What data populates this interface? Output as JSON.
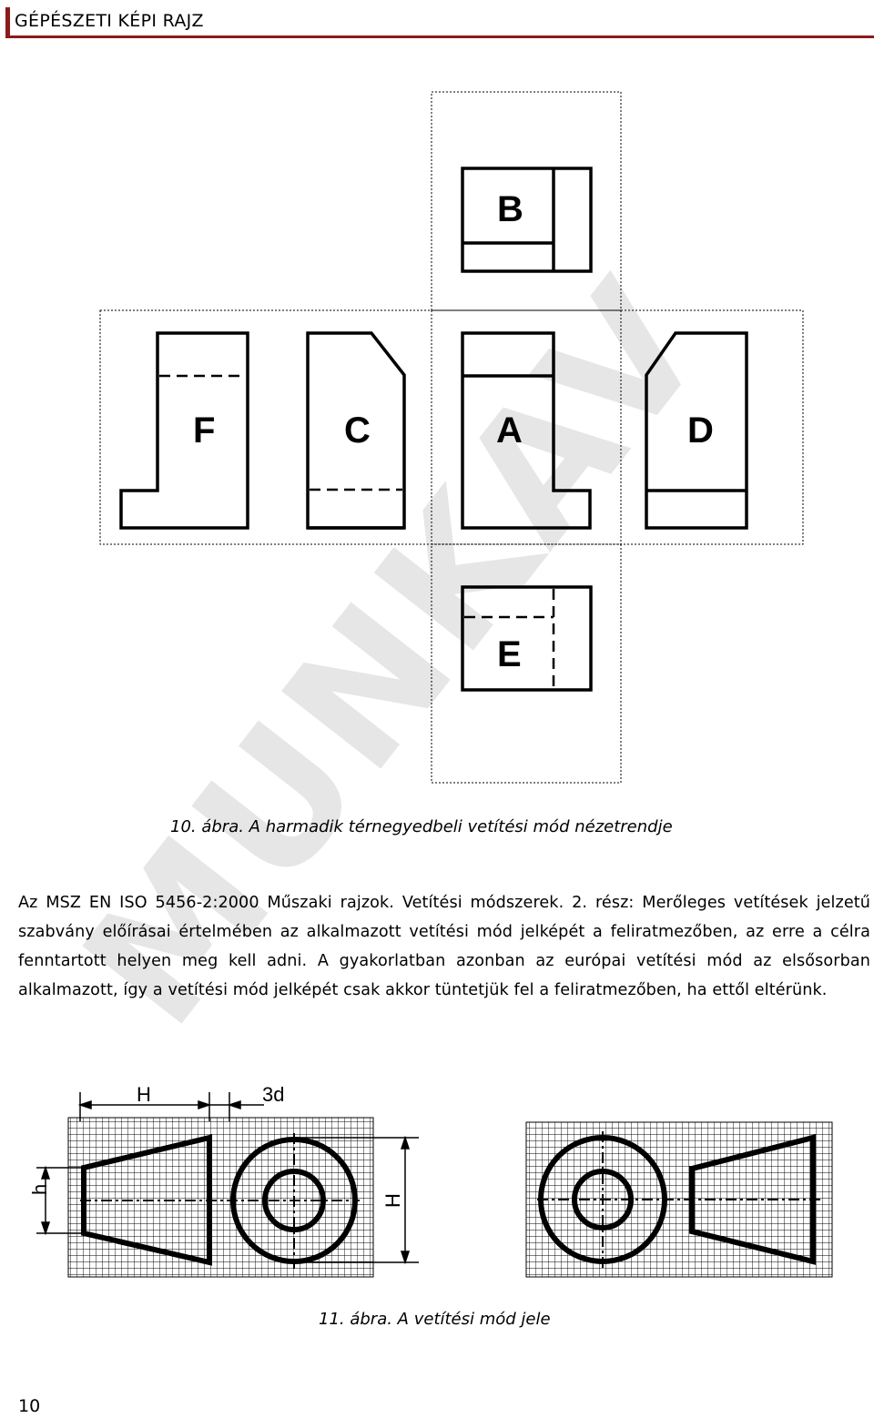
{
  "header": {
    "title": "GÉPÉSZETI KÉPI RAJZ"
  },
  "watermark": {
    "text": "MUNKAV"
  },
  "figure10": {
    "views": {
      "A": "A",
      "B": "B",
      "C": "C",
      "D": "D",
      "E": "E",
      "F": "F"
    },
    "caption": "10. ábra. A harmadik térnegyedbeli vetítési mód nézetrendje"
  },
  "paragraph": "Az MSZ EN ISO 5456-2:2000 Műszaki rajzok. Vetítési módszerek. 2. rész: Merőleges vetítések jelzetű szabvány előírásai értelmében az alkalmazott vetítési mód jelképét a feliratmezőben, az erre a célra fenntartott helyen meg kell adni. A gyakorlatban azonban az európai vetítési mód az elsősorban alkalmazott, így a vetítési mód jelképét csak akkor tüntetjük fel a feliratmezőben, ha ettől eltérünk.",
  "figure11": {
    "dims": {
      "H_top": "H",
      "d3": "3d",
      "h_left": "h",
      "H_right": "H"
    },
    "caption": "11. ábra. A vetítési mód jele"
  },
  "page_number": "10"
}
